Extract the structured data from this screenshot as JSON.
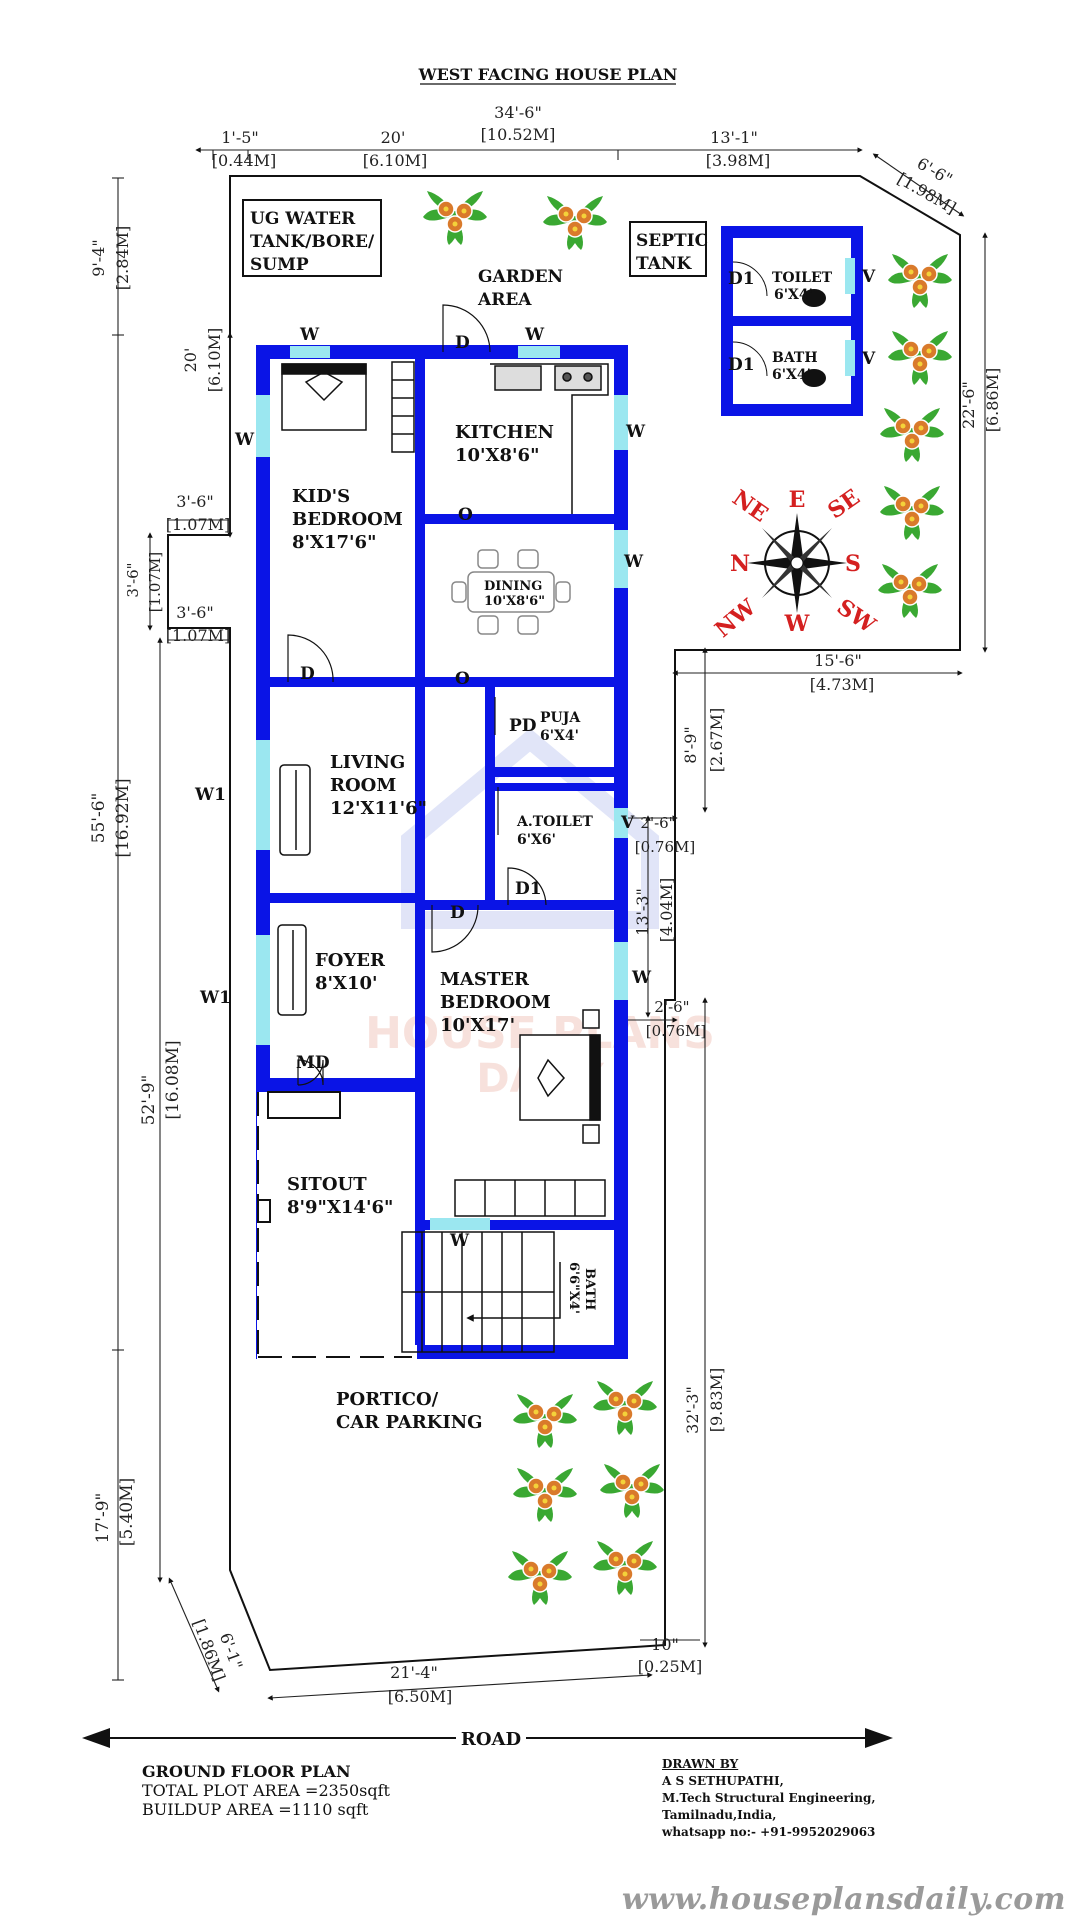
{
  "title": "WEST FACING HOUSE PLAN",
  "rooms": {
    "ug_tank": [
      "UG WATER",
      "TANK/BORE/",
      "SUMP"
    ],
    "garden": [
      "GARDEN",
      "AREA"
    ],
    "septic": [
      "SEPTIC",
      "TANK"
    ],
    "toilet": [
      "TOILET",
      "6'X4'"
    ],
    "bath_top": [
      "BATH",
      "6'X4'"
    ],
    "kids_bedroom": [
      "KID'S",
      "BEDROOM",
      "8'X17'6\""
    ],
    "kitchen": [
      "KITCHEN",
      "10'X8'6\""
    ],
    "dining": [
      "DINING",
      "10'X8'6\""
    ],
    "puja": [
      "PUJA",
      "6'X4'"
    ],
    "living": [
      "LIVING",
      "ROOM",
      "12'X11'6\""
    ],
    "atoilet": [
      "A.TOILET",
      "6'X6'"
    ],
    "foyer": [
      "FOYER",
      "8'X10'"
    ],
    "master": [
      "MASTER",
      "BEDROOM",
      "10'X17'"
    ],
    "sitout": [
      "SITOUT",
      "8'9\"X14'6\""
    ],
    "bath_bottom": [
      "BATH",
      "6'6\"X4'"
    ],
    "portico": [
      "PORTICO/",
      "CAR PARKING"
    ]
  },
  "openings": {
    "w": "W",
    "w1": "W1",
    "v": "V",
    "d": "D",
    "d1": "D1",
    "o": "O",
    "pd": "PD",
    "md": "MD"
  },
  "compass": {
    "n": "N",
    "ne": "NE",
    "e": "E",
    "se": "SE",
    "s": "S",
    "sw": "SW",
    "w": "W",
    "nw": "NW"
  },
  "dimensions": {
    "overall_width": [
      "34'-6\"",
      "[10.52M]"
    ],
    "top_1": [
      "1'-5\"",
      "[0.44M]"
    ],
    "top_2": [
      "20'",
      "[6.10M]"
    ],
    "top_3": [
      "13'-1\"",
      "[3.98M]"
    ],
    "diag_top": [
      "6'-6\"",
      "[1.98M]"
    ],
    "left_9_4": [
      "9'-4\"",
      "[2.84M]"
    ],
    "left_20": [
      "20'",
      "[6.10M]"
    ],
    "left_3_6_a": [
      "3'-6\"",
      "[1.07M]"
    ],
    "left_3_6_b": [
      "3'-6\"",
      "[1.07M]"
    ],
    "left_3_6_c": [
      "3'-6\"",
      "[1.07M]"
    ],
    "left_55_6": [
      "55'-6\"",
      "[16.92M]"
    ],
    "left_52_9": [
      "52'-9\"",
      "[16.08M]"
    ],
    "left_17_9": [
      "17'-9\"",
      "[5.40M]"
    ],
    "bottom_diag": [
      "6'-1\"",
      "[1.86M]"
    ],
    "bottom_21_4": [
      "21'-4\"",
      "[6.50M]"
    ],
    "bottom_10": [
      "10\"",
      "[0.25M]"
    ],
    "right_22_6": [
      "22'-6\"",
      "[6.86M]"
    ],
    "right_15_6": [
      "15'-6\"",
      "[4.73M]"
    ],
    "right_8_9": [
      "8'-9\"",
      "[2.67M]"
    ],
    "right_2_6_a": [
      "2'-6\"",
      "[0.76M]"
    ],
    "right_13_3": [
      "13'-3\"",
      "[4.04M]"
    ],
    "right_2_6_b": [
      "2'-6\"",
      "[0.76M]"
    ],
    "right_32_3": [
      "32'-3\"",
      "[9.83M]"
    ]
  },
  "road": "ROAD",
  "footer": {
    "plan_title": "GROUND FLOOR PLAN",
    "plot_area": "TOTAL PLOT AREA =2350sqft",
    "buildup_area": "BUILDUP AREA =1110 sqft",
    "drawn_by_label": "DRAWN BY",
    "author": "A S SETHUPATHI,",
    "qualification": "M.Tech Structural Engineering,",
    "location": "Tamilnadu,India,",
    "contact": "whatsapp no:- +91-9952029063",
    "website": "www.houseplansdaily.com"
  },
  "watermark": [
    "HOUSE PLANS",
    "DAILY"
  ],
  "colors": {
    "wall": "#0a14e6",
    "window": "#9be7f0",
    "line": "#111111",
    "compass_text": "#d42020",
    "leaf": "#3aa832",
    "flower": "#d97a2b",
    "flower_center": "#f4d23a",
    "watermark": "#c9cff2"
  }
}
